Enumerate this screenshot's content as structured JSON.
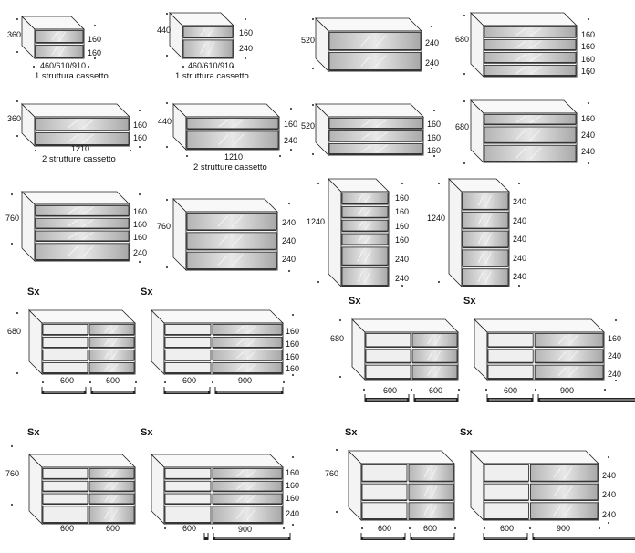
{
  "captions": {
    "one_drawer_structure": "1 struttura cassetto",
    "two_drawer_structures": "2 strutture cassetto",
    "widths_single": "460/610/910",
    "width_double": "1210",
    "side_left": "Sx"
  },
  "heights": {
    "h360": "360",
    "h440": "440",
    "h520": "520",
    "h680": "680",
    "h760": "760",
    "h1240": "1240"
  },
  "drawers": {
    "d160": "160",
    "d240": "240"
  },
  "module_widths": {
    "w600": "600",
    "w900": "900"
  },
  "colors": {
    "line": "#222222",
    "front_light": "#e6e6e6",
    "front_dark": "#b2b2b2",
    "side": "#f4f4f4",
    "top": "#f8f8f8"
  }
}
